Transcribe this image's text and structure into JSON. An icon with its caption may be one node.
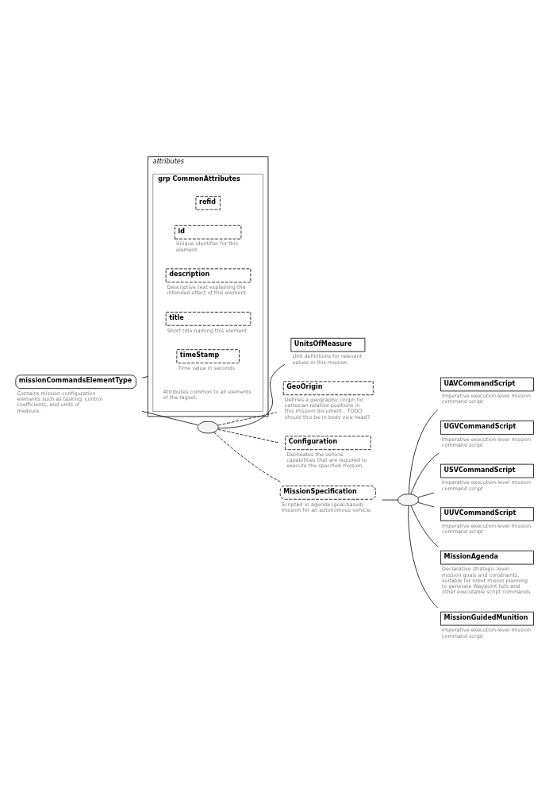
{
  "diagram": {
    "nodes": [
      {
        "text": [
          "missionCommandsElementType"
        ],
        "beside": [
          "Contains mission configuration elements such as tasking, control coefficients, and units of measure."
        ]
      },
      {
        "text": [
          "attributes"
        ]
      },
      {
        "text": [
          "grp CommonAttributes"
        ],
        "in": 1,
        "beside": [
          "Attributes common to all elements of the tagset."
        ]
      },
      {
        "text": [
          "timeStamp"
        ],
        "in": 2,
        "beside": [
          "Time value in seconds."
        ]
      },
      {
        "text": [
          "title"
        ],
        "in": 2,
        "beside": [
          "Short title naming this element."
        ]
      },
      {
        "text": [
          "description"
        ],
        "in": 2,
        "beside": [
          "Descriptive text explaining the intended effect of this element."
        ]
      },
      {
        "text": [
          "id"
        ],
        "in": 2,
        "beside": [
          "Unique identifier for this element."
        ]
      },
      {
        "text": [
          "refid"
        ],
        "in": 2
      },
      {
        "text": [],
        "shape": "octagon"
      },
      {
        "text": [
          "UnitsOfMeasure"
        ],
        "beside": [
          "Unit definitions for relevant values in this mission."
        ]
      },
      {
        "text": [
          "GeoOrigin"
        ],
        "beside": [
          "Defines a geographic origin for cartesian relative positions in this mission document.  TODO should this be in body vice head?"
        ]
      },
      {
        "text": [
          "Configuration"
        ],
        "beside": [
          "Delineates the vehicle capabilities that are required to execute the specified mission."
        ]
      },
      {
        "text": [
          "MissionSpecification"
        ],
        "beside": [
          "Scripted or agenda (goal-based) mission for an autonomous vehicle."
        ]
      },
      {
        "text": [],
        "shape": "octagon"
      },
      {
        "text": [
          "UAVCommandScript"
        ],
        "beside": [
          "Imperative execution-level mission command script"
        ]
      },
      {
        "text": [
          "UGVCommandScript"
        ],
        "beside": [
          "Imperative execution-level mission command script"
        ]
      },
      {
        "text": [
          "USVCommandScript"
        ],
        "beside": [
          "Imperative execution-level mission command script"
        ]
      },
      {
        "text": [
          "UUVCommandScript"
        ],
        "beside": [
          "Imperative execution-level mission command script"
        ]
      },
      {
        "text": [
          "MissionAgenda"
        ],
        "beside": [
          "Declarative strategic-level mission goals and constraints, suitable for robot mision planning to generate Waypoint lists and other executable script commands"
        ]
      },
      {
        "text": [
          "MissionGuidedMunition"
        ],
        "beside": [
          "Imperative execution-level mission command script"
        ]
      }
    ],
    "edges": [
      {
        "from": 0,
        "to": 1,
        "arrow": "none"
      },
      {
        "from": 0,
        "to": 8,
        "arrow": "none"
      },
      {
        "from": 8,
        "to": 9,
        "arrow": "none"
      },
      {
        "from": 8,
        "to": 10,
        "arrow": "none",
        "style": "dashed"
      },
      {
        "from": 8,
        "to": 11,
        "arrow": "none",
        "style": "dashed"
      },
      {
        "from": 8,
        "to": 12,
        "arrow": "none",
        "style": "dashed"
      },
      {
        "from": 12,
        "to": 13,
        "arrow": "none"
      },
      {
        "from": 13,
        "to": 14,
        "arrow": "none"
      },
      {
        "from": 13,
        "to": 15,
        "arrow": "none"
      },
      {
        "from": 13,
        "to": 16,
        "arrow": "none"
      },
      {
        "from": 13,
        "to": 17,
        "arrow": "none"
      },
      {
        "from": 13,
        "to": 18,
        "arrow": "none"
      },
      {
        "from": 13,
        "to": 19,
        "arrow": "none"
      }
    ]
  }
}
